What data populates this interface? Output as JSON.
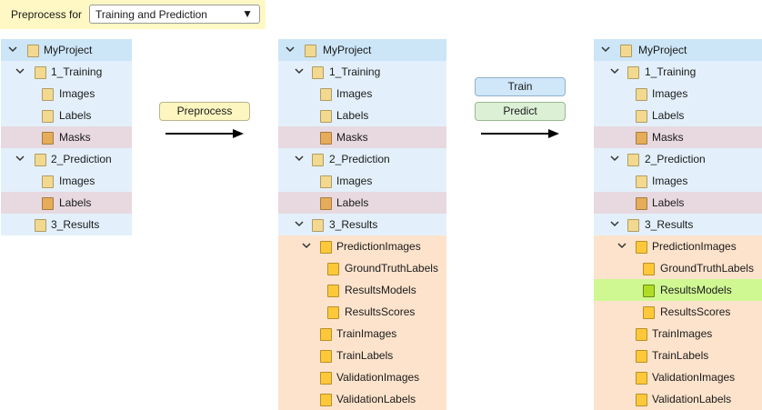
{
  "selector": {
    "label": "Preprocess for",
    "value": "Training and Prediction",
    "arrow": "▼"
  },
  "buttons": {
    "preprocess": "Preprocess",
    "train": "Train",
    "predict": "Predict"
  },
  "colors": {
    "root_row": "#cce5f7",
    "folder_row": "#e3f0fb",
    "mask_row": "#e7d9df",
    "generated_row": "#fde3cc",
    "highlight_row": "#cff893"
  },
  "tree1": {
    "root": "MyProject",
    "training": "1_Training",
    "training_images": "Images",
    "training_labels": "Labels",
    "training_masks": "Masks",
    "prediction": "2_Prediction",
    "prediction_images": "Images",
    "prediction_labels": "Labels",
    "results": "3_Results"
  },
  "tree2": {
    "root": "MyProject",
    "training": "1_Training",
    "training_images": "Images",
    "training_labels": "Labels",
    "training_masks": "Masks",
    "prediction": "2_Prediction",
    "prediction_images": "Images",
    "prediction_labels": "Labels",
    "results": "3_Results",
    "prediction_images_dir": "PredictionImages",
    "ground_truth_labels": "GroundTruthLabels",
    "results_models": "ResultsModels",
    "results_scores": "ResultsScores",
    "train_images": "TrainImages",
    "train_labels": "TrainLabels",
    "validation_images": "ValidationImages",
    "validation_labels": "ValidationLabels"
  },
  "tree3": {
    "root": "MyProject",
    "training": "1_Training",
    "training_images": "Images",
    "training_labels": "Labels",
    "training_masks": "Masks",
    "prediction": "2_Prediction",
    "prediction_images": "Images",
    "prediction_labels": "Labels",
    "results": "3_Results",
    "prediction_images_dir": "PredictionImages",
    "ground_truth_labels": "GroundTruthLabels",
    "results_models": "ResultsModels",
    "results_scores": "ResultsScores",
    "train_images": "TrainImages",
    "train_labels": "TrainLabels",
    "validation_images": "ValidationImages",
    "validation_labels": "ValidationLabels"
  }
}
